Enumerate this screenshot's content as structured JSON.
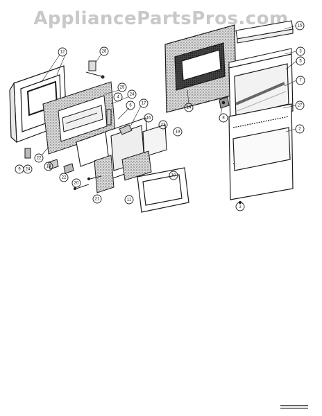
{
  "watermark": "AppliancePartsPros.com",
  "callouts": [
    "12",
    "28",
    "25",
    "4",
    "24",
    "6",
    "17",
    "22",
    "24",
    "18",
    "16",
    "23",
    "19",
    "9",
    "20",
    "22",
    "21",
    "11",
    "10",
    "15",
    "14",
    "8",
    "3",
    "5",
    "7",
    "27",
    "2",
    "1"
  ],
  "colors": {
    "line": "#1a1a1a",
    "texture": "#9a9a9a",
    "watermark": "#c8c8c8"
  }
}
